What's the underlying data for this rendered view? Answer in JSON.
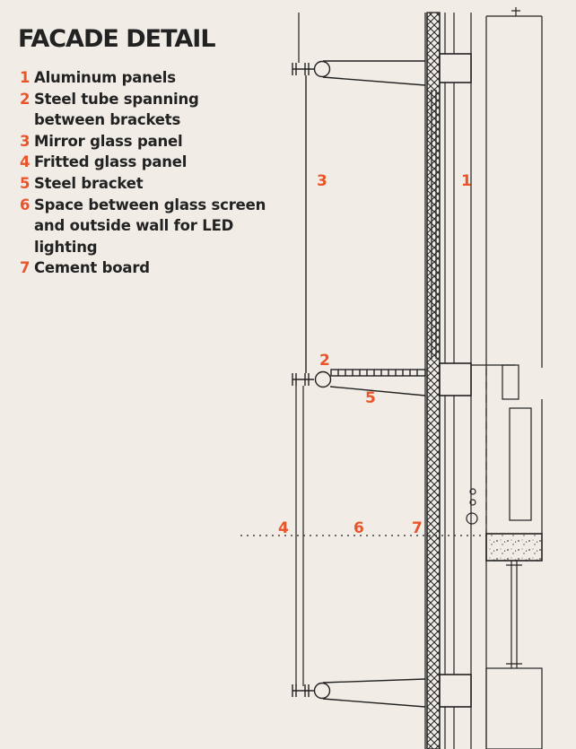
{
  "title": "FACADE DETAIL",
  "accent_color": "#e8552a",
  "text_color": "#222222",
  "background_color": "#f1ede6",
  "legend": [
    {
      "num": "1",
      "label": "Aluminum panels"
    },
    {
      "num": "2",
      "label": "Steel tube spanning between brackets"
    },
    {
      "num": "3",
      "label": "Mirror glass panel"
    },
    {
      "num": "4",
      "label": "Fritted glass panel"
    },
    {
      "num": "5",
      "label": "Steel bracket"
    },
    {
      "num": "6",
      "label": "Space between glass screen and outside wall for LED lighting"
    },
    {
      "num": "7",
      "label": "Cement board"
    }
  ],
  "callouts": {
    "c1": "1",
    "c2": "2",
    "c3": "3",
    "c4": "4",
    "c5": "5",
    "c6": "6",
    "c7": "7"
  }
}
